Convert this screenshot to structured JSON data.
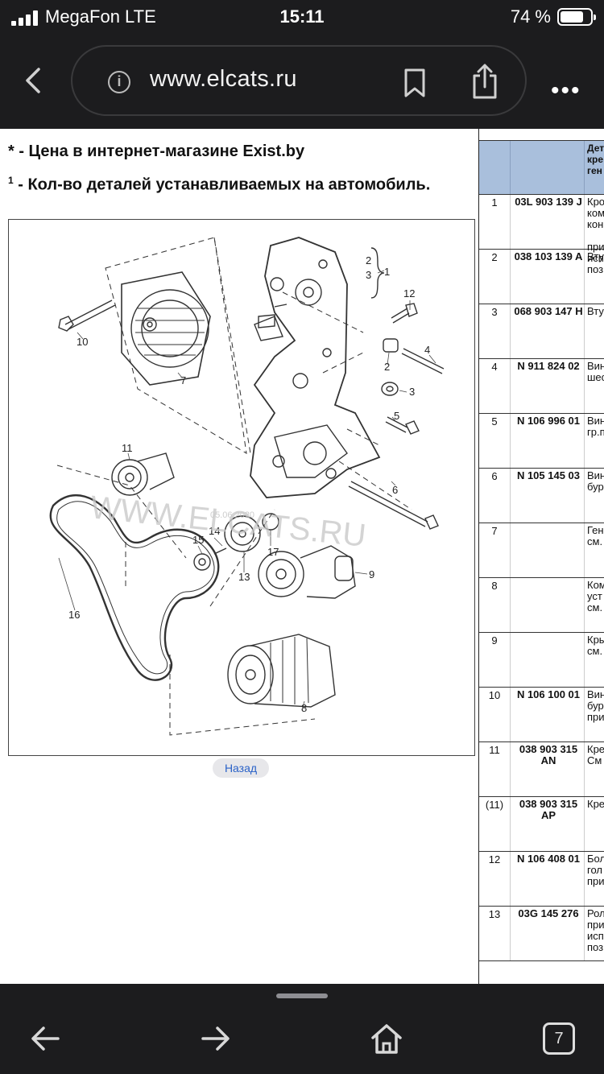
{
  "status_bar": {
    "carrier": "MegaFon  LTE",
    "time": "15:11",
    "battery": "74 %",
    "battery_level": 0.74
  },
  "browser": {
    "url": "www.elcats.ru",
    "icons": [
      "chevron-left-icon",
      "info-icon",
      "bookmark-icon",
      "share-icon",
      "more-icon"
    ]
  },
  "notes": {
    "price_note": "* - Цена в интернет-магазине Exist.by",
    "qty_note_mark": "1",
    "qty_note": "- Кол-во деталей устанавливаемых на автомобиль."
  },
  "diagram": {
    "watermark": "WWW.ELCATS.RU",
    "watermark_date": "05.06.2020",
    "callouts": [
      "1",
      "2",
      "3",
      "2",
      "3",
      "4",
      "5",
      "6",
      "7",
      "8",
      "9",
      "10",
      "11",
      "12",
      "13",
      "14",
      "15",
      "16",
      "17"
    ]
  },
  "back_link": "Назад",
  "table": {
    "header": [
      "Дет",
      "кре",
      "ген"
    ],
    "rows": [
      {
        "num": "1",
        "pn": [
          "03L 903 139 J"
        ],
        "desc": [
          "Кро",
          "ком",
          "кон",
          "",
          "при",
          "исп",
          "поз"
        ]
      },
      {
        "num": "2",
        "pn": [
          "038 103 139 A"
        ],
        "desc": [
          "Вту"
        ]
      },
      {
        "num": "3",
        "pn": [
          "068 903 147 H"
        ],
        "desc": [
          "Вту"
        ]
      },
      {
        "num": "4",
        "pn": [
          "N 911 824 02"
        ],
        "desc": [
          "Вин",
          "шес"
        ]
      },
      {
        "num": "5",
        "pn": [
          "N 106 996 01"
        ],
        "desc": [
          "Вин",
          "гр.п"
        ]
      },
      {
        "num": "6",
        "pn": [
          "N 105 145 03"
        ],
        "desc": [
          "Вин",
          "бур"
        ]
      },
      {
        "num": "7",
        "pn": [
          ""
        ],
        "desc": [
          "Ген",
          "см."
        ]
      },
      {
        "num": "8",
        "pn": [
          ""
        ],
        "desc": [
          "Ком",
          "уст",
          "см."
        ]
      },
      {
        "num": "9",
        "pn": [
          ""
        ],
        "desc": [
          "Кры",
          "см."
        ]
      },
      {
        "num": "10",
        "pn": [
          "N 106 100 01"
        ],
        "desc": [
          "Вин",
          "бур",
          "при"
        ]
      },
      {
        "num": "11",
        "pn": [
          "038 903 315",
          "AN"
        ],
        "desc": [
          "Кре",
          "См"
        ]
      },
      {
        "num": "(11)",
        "pn": [
          "038 903 315",
          "AP"
        ],
        "desc": [
          "Кре"
        ]
      },
      {
        "num": "12",
        "pn": [
          "N 106 408 01"
        ],
        "desc": [
          "Бол",
          "гол",
          "при"
        ]
      },
      {
        "num": "13",
        "pn": [
          "03G 145 276"
        ],
        "desc": [
          "Рол",
          "при",
          "исп",
          "поз"
        ]
      }
    ]
  },
  "toolbar": {
    "tab_count": "7",
    "icons": [
      "arrow-left-icon",
      "arrow-right-icon",
      "home-icon",
      "tabs-icon"
    ]
  }
}
